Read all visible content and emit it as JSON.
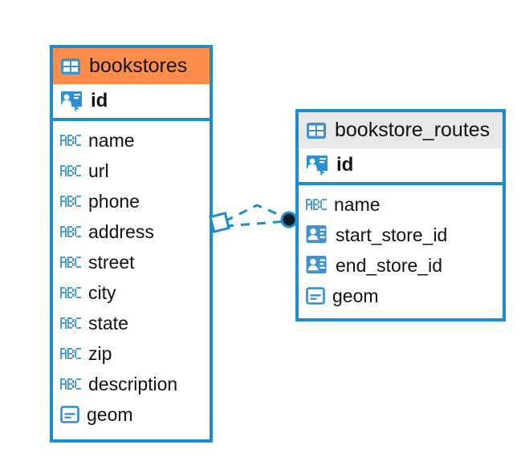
{
  "diagram": {
    "title": "database-er-diagram",
    "type": "entity-relationship-diagram",
    "colors": {
      "border_blue": "#1b8dd0",
      "header_orange": "#fd8d4b",
      "header_grey": "#e8e8e8",
      "icon_blue": "#2a8fd4",
      "text": "#111111",
      "relationship_line": "#1b8dd0",
      "relationship_endpoint": "#101820"
    },
    "entities": [
      {
        "name": "bookstores",
        "header_style": "orange",
        "table_icon": "table-icon",
        "primary_key": {
          "label": "id",
          "icon": "primary-key-icon"
        },
        "fields": [
          {
            "label": "name",
            "icon": "text-abc-icon"
          },
          {
            "label": "url",
            "icon": "text-abc-icon"
          },
          {
            "label": "phone",
            "icon": "text-abc-icon"
          },
          {
            "label": "address",
            "icon": "text-abc-icon"
          },
          {
            "label": "street",
            "icon": "text-abc-icon"
          },
          {
            "label": "city",
            "icon": "text-abc-icon"
          },
          {
            "label": "state",
            "icon": "text-abc-icon"
          },
          {
            "label": "zip",
            "icon": "text-abc-icon"
          },
          {
            "label": "description",
            "icon": "text-abc-icon"
          },
          {
            "label": "geom",
            "icon": "geometry-icon"
          }
        ]
      },
      {
        "name": "bookstore_routes",
        "header_style": "grey",
        "table_icon": "table-icon",
        "primary_key": {
          "label": "id",
          "icon": "primary-key-icon"
        },
        "fields": [
          {
            "label": "name",
            "icon": "text-abc-icon"
          },
          {
            "label": "start_store_id",
            "icon": "foreign-key-icon"
          },
          {
            "label": "end_store_id",
            "icon": "foreign-key-icon"
          },
          {
            "label": "geom",
            "icon": "geometry-icon"
          }
        ]
      }
    ],
    "relationship": {
      "from": "bookstores",
      "to": "bookstore_routes",
      "line_style": "dashed",
      "source_marker": "diamond-marker",
      "target_marker": "filled-circle-marker"
    }
  }
}
